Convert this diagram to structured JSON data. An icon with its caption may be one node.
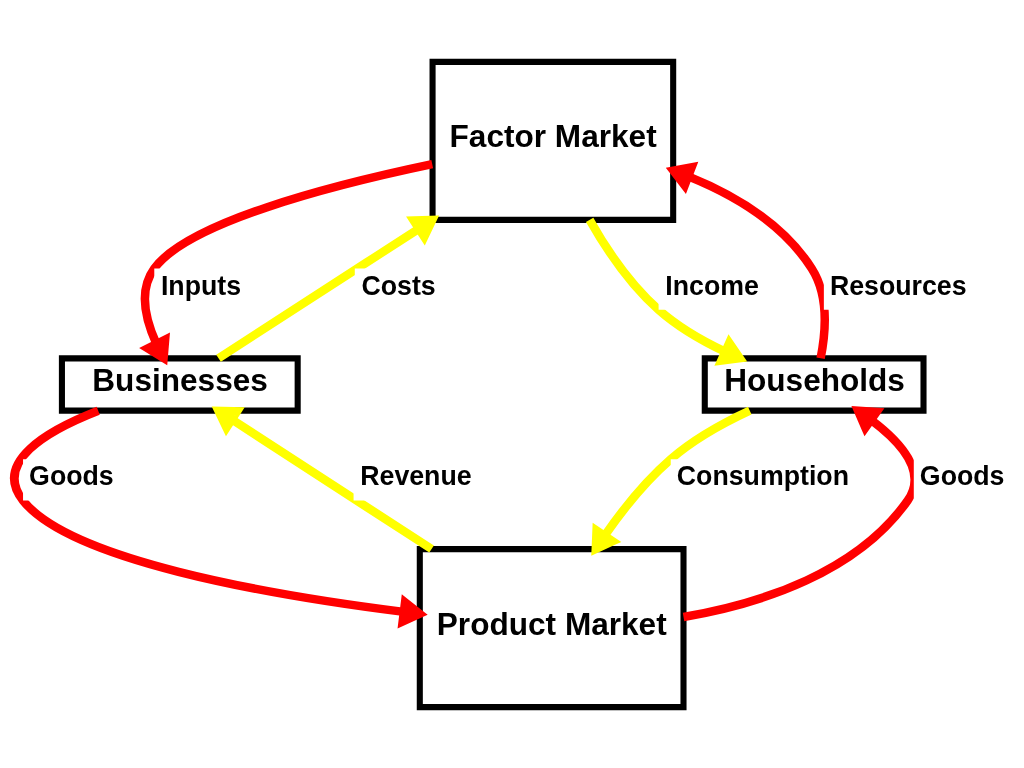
{
  "diagram": {
    "nodes": [
      {
        "text": [
          "Factor Market"
        ]
      },
      {
        "text": [
          "Businesses"
        ]
      },
      {
        "text": [
          "Households"
        ]
      },
      {
        "text": [
          "Product Market"
        ]
      }
    ],
    "edges": [
      {
        "from": 1,
        "to": 0,
        "arrow": "to",
        "label": "Costs",
        "color": "#ffff00"
      },
      {
        "from": 0,
        "to": 1,
        "arrow": "to",
        "label": "Inputs",
        "color": "#ff0000"
      },
      {
        "from": 0,
        "to": 2,
        "arrow": "to",
        "label": "Income",
        "color": "#ffff00"
      },
      {
        "from": 2,
        "to": 0,
        "arrow": "to",
        "label": "Resources",
        "color": "#ff0000"
      },
      {
        "from": 1,
        "to": 3,
        "arrow": "to",
        "label": "Goods",
        "color": "#ff0000"
      },
      {
        "from": 3,
        "to": 1,
        "arrow": "to",
        "label": "Revenue",
        "color": "#ffff00"
      },
      {
        "from": 3,
        "to": 2,
        "arrow": "to",
        "label": "Goods",
        "color": "#ff0000"
      },
      {
        "from": 2,
        "to": 3,
        "arrow": "to",
        "label": "Consumption",
        "color": "#ffff00"
      }
    ]
  }
}
